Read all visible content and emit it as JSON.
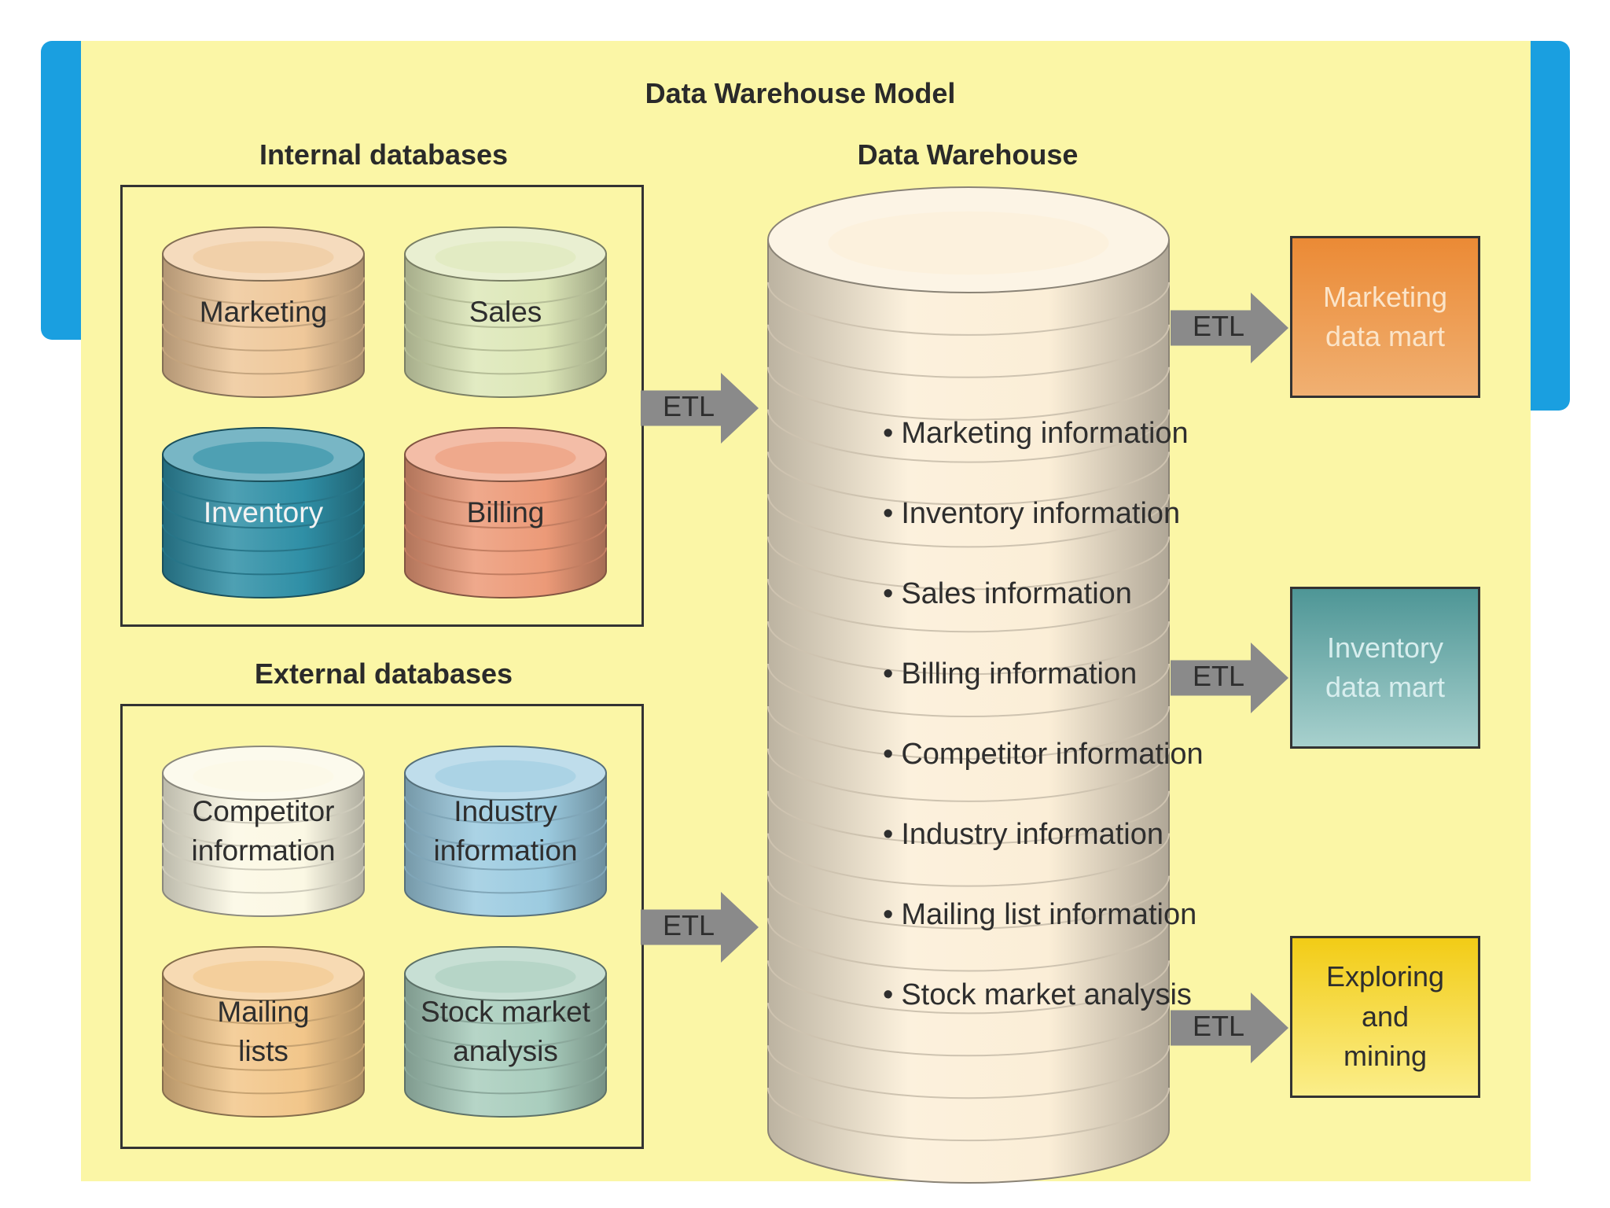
{
  "title": "Data Warehouse Model",
  "colors": {
    "slide_bg": "#fbf6a6",
    "frame_accent": "#1a9fe0",
    "etl_arrow": "#8a8a8a",
    "marketing": "#efc89a",
    "sales": "#dde7b8",
    "inventory": "#2f8fa6",
    "billing": "#ec9a78",
    "competitor": "#fbf8e4",
    "industry": "#9ccbe0",
    "mailing": "#f2c68a",
    "stock": "#a9cdbd",
    "warehouse": "#fbeed7",
    "mart_marketing": "#ea8f3e",
    "mart_inventory": "#6aaaa8",
    "mart_exploring": "#f5d72a"
  },
  "internal": {
    "heading": "Internal databases",
    "databases": [
      {
        "label": "Marketing"
      },
      {
        "label": "Sales"
      },
      {
        "label": "Inventory"
      },
      {
        "label": "Billing"
      }
    ]
  },
  "external": {
    "heading": "External databases",
    "databases": [
      {
        "label": "Competitor information"
      },
      {
        "label": "Industry information"
      },
      {
        "label": "Mailing lists"
      },
      {
        "label": "Stock market analysis"
      }
    ]
  },
  "warehouse": {
    "heading": "Data Warehouse",
    "items": [
      "Marketing information",
      "Inventory information",
      "Sales information",
      "Billing information",
      "Competitor information",
      "Industry information",
      "Mailing list information",
      "Stock market analysis"
    ]
  },
  "etl_label": "ETL",
  "outputs": [
    {
      "label": "Marketing data mart"
    },
    {
      "label": "Inventory data mart"
    },
    {
      "label": "Exploring and mining"
    }
  ]
}
